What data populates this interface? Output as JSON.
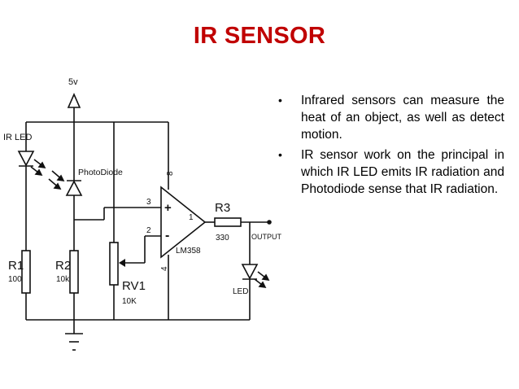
{
  "slide": {
    "title": "IR SENSOR",
    "bullets": [
      "Infrared sensors can measure the heat of an object, as well as detect motion.",
      "IR sensor work on the principal in which IR LED emits IR radiation and Photodiode sense that IR radiation."
    ],
    "bullet_glyph": "•",
    "title_color": "#c00000"
  },
  "diagram": {
    "supply_label": "5v",
    "ir_led_label": "IR LED",
    "photodiode_label": "PhotoDiode",
    "r1_label": "R1",
    "r1_value": "100",
    "r2_label": "R2",
    "r2_value": "10k",
    "rv1_label": "RV1",
    "rv1_value": "10K",
    "r3_label": "R3",
    "r3_value": "330",
    "opamp_label": "LM358",
    "pin_8": "8",
    "pin_3": "3",
    "pin_2": "2",
    "pin_1": "1",
    "pin_4": "4",
    "plus_sign": "+",
    "minus_sign": "-",
    "output_label": "OUTPUT",
    "led_label": "LED"
  }
}
